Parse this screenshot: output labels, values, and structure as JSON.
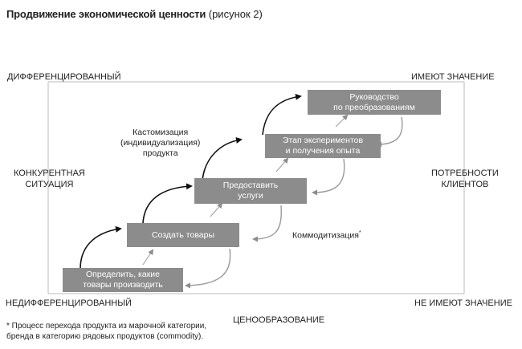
{
  "title": {
    "bold": "Продвижение экономической ценности",
    "normal": " (рисунок 2)"
  },
  "corners": {
    "top_left": "ДИФФЕРЕНЦИРОВАННЫЙ",
    "top_right": "ИМЕЮТ ЗНАЧЕНИЕ",
    "bottom_left": "НЕДИФФЕРЕНЦИРОВАННЫЙ",
    "bottom_right": "НЕ ИМЕЮТ ЗНАЧЕНИЕ"
  },
  "sides": {
    "left_line1": "КОНКУРЕНТНАЯ",
    "left_line2": "СИТУАЦИЯ",
    "right_line1": "ПОТРЕБНОСТИ",
    "right_line2": "КЛИЕНТОВ",
    "bottom": "ЦЕНООБРАЗОВАНИЕ"
  },
  "steps": [
    {
      "line1": "Определить, какие",
      "line2": "товары производить"
    },
    {
      "line1": "Создать товары",
      "line2": ""
    },
    {
      "line1": "Предоставить",
      "line2": "услуги"
    },
    {
      "line1": "Этап экспериментов",
      "line2": "и получения опыта"
    },
    {
      "line1": "Руководство",
      "line2": "по преобразованиям"
    }
  ],
  "annotations": {
    "custom_line1": "Кастомизация",
    "custom_line2": "(индивидуализация)",
    "custom_line3": "продукта",
    "commodity": "Коммодитизация",
    "commodity_mark": "*"
  },
  "footnote": {
    "line1": "* Процесс перехода продукта из марочной категории,",
    "line2": "бренда в категорию рядовых продуктов (commodity)."
  }
}
